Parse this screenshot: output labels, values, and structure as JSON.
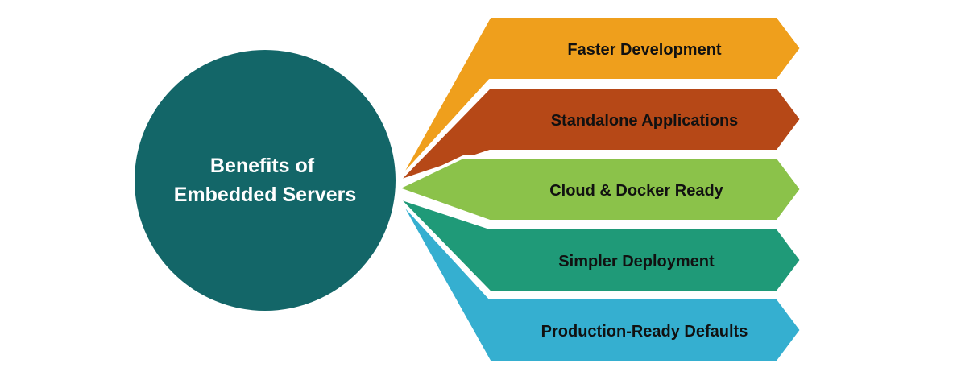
{
  "hub": {
    "lines": [
      "Benefits of",
      "Embedded Servers"
    ],
    "color": "#136668"
  },
  "benefits": [
    {
      "label": "Faster Development",
      "color": "#EF9F1C"
    },
    {
      "label": "Standalone Applications",
      "color": "#B64817"
    },
    {
      "label": "Cloud & Docker Ready",
      "color": "#8BC24A"
    },
    {
      "label": "Simpler Deployment",
      "color": "#1F9A78"
    },
    {
      "label": "Production-Ready Defaults",
      "color": "#35AFD0"
    }
  ]
}
